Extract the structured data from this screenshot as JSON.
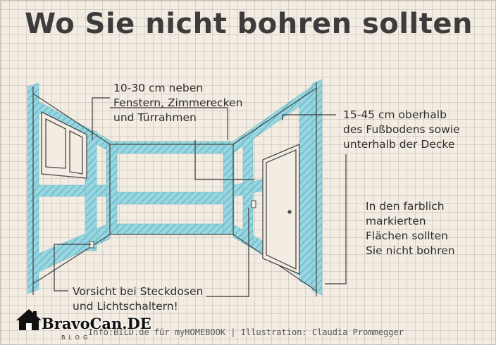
{
  "title": "Wo Sie nicht bohren sollten",
  "notes": {
    "windows": "10-30 cm neben\nFenstern, Zimmerecken\nund Türrahmen",
    "floor_ceiling": "15-45 cm oberhalb\ndes Fußbodens sowie\nunterhalb der Decke",
    "marked_areas": "In den farblich\nmarkierten\nFlächen sollten\nSie nicht bohren",
    "sockets": "Vorsicht bei Steckdosen\nund Lichtschaltern!"
  },
  "footer": "Info:BILD.de für myHOMEBOOK | Illustration: Claudia Prommegger",
  "logo": {
    "name": "BravoCan.DE",
    "sub": "BLOG",
    "icon": "house-icon"
  },
  "colors": {
    "zone": "#8fd0dc",
    "ink": "#4a4a4a",
    "paper": "#f3ece2"
  }
}
